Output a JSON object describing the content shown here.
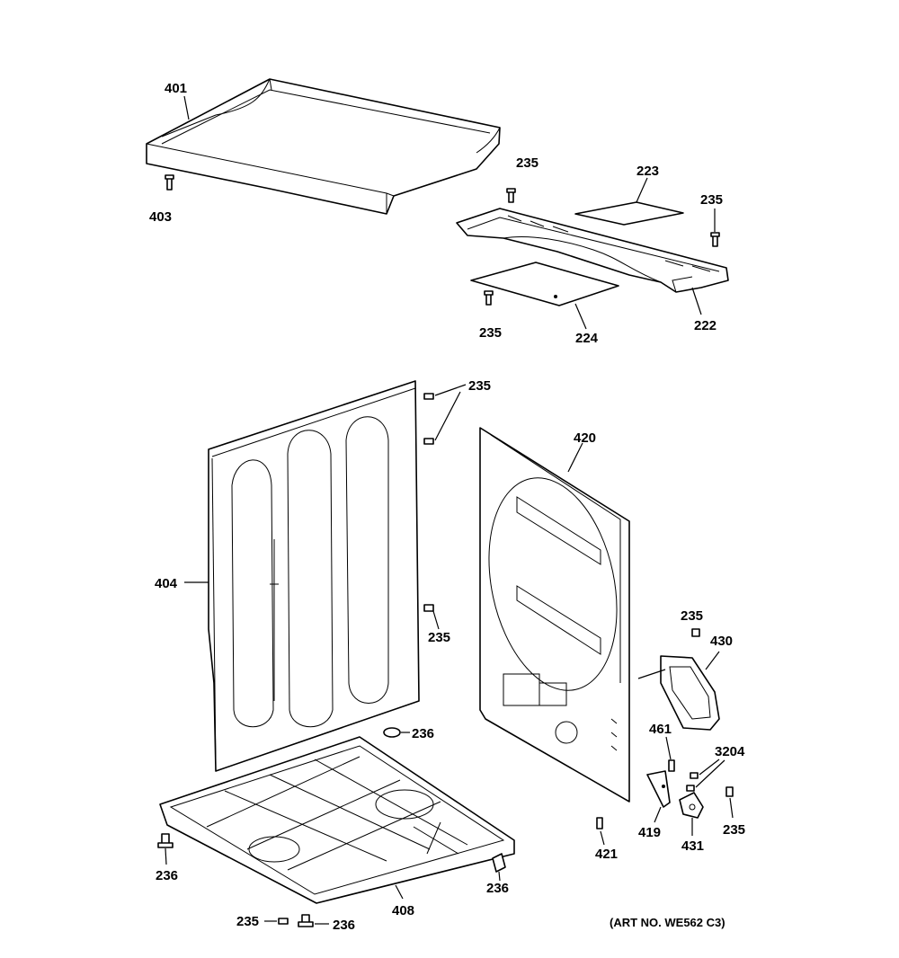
{
  "labels": {
    "p401": "401",
    "p403": "403",
    "p223": "223",
    "p235a": "235",
    "p235b": "235",
    "p235c": "235",
    "p222": "222",
    "p224": "224",
    "p235d": "235",
    "p420": "420",
    "p404": "404",
    "p235e": "235",
    "p235f": "235",
    "p430": "430",
    "p461": "461",
    "p3204": "3204",
    "p236a": "236",
    "p419": "419",
    "p431": "431",
    "p235g": "235",
    "p421": "421",
    "p236b": "236",
    "p236c": "236",
    "p408": "408",
    "p235h": "235",
    "p236d": "236"
  },
  "art_number": "(ART NO. WE562 C3)",
  "colors": {
    "line": "#000000",
    "background": "#ffffff"
  }
}
